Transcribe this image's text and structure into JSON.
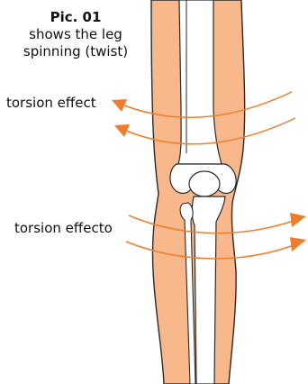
{
  "caption": {
    "title": "Pic. 01",
    "line1": "shows the leg",
    "line2": "spinning (twist)"
  },
  "labels": {
    "upper_torsion": "torsion effect",
    "lower_torsion": "torsion effecto"
  },
  "colors": {
    "skin": "#f9b88c",
    "outline": "#2a2a2a",
    "bone": "#ffffff",
    "arrow": "#f07d2a"
  }
}
